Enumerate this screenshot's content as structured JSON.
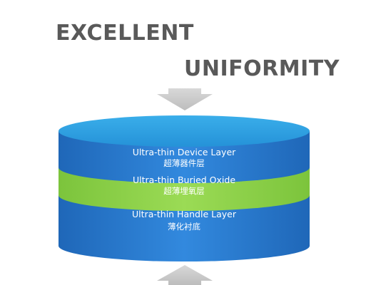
{
  "headline": {
    "line1": "EXCELLENT",
    "line2": "UNIFORMITY"
  },
  "layers": [
    {
      "name_en": "Ultra-thin Device Layer",
      "name_cn": "超薄器件层",
      "color": "#2f7fd1"
    },
    {
      "name_en": "Ultra-thin Buried Oxide",
      "name_cn": "超薄埋氧层",
      "color": "#8fd24a"
    },
    {
      "name_en": "Ultra-thin Handle Layer",
      "name_cn": "薄化衬底",
      "color": "#2f7fd1"
    }
  ],
  "colors": {
    "headline": "#595959",
    "top_face": "#2a9de0",
    "arrow": "#c9c9c9"
  },
  "icons": {
    "top_arrow": "down-arrow-icon",
    "bottom_arrow": "up-arrow-icon"
  }
}
